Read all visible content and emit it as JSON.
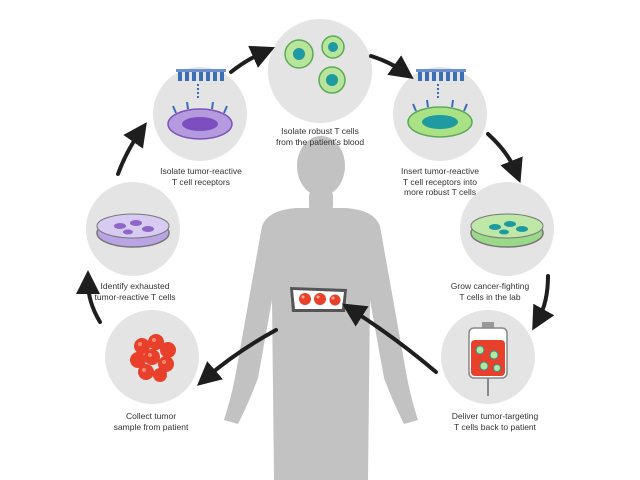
{
  "steps": [
    {
      "id": "isolate-robust",
      "label": "Isolate robust T cells\nfrom the patient's blood"
    },
    {
      "id": "insert-receptors",
      "label": "Insert tumor-reactive\nT cell receptors into\nmore robust T cells"
    },
    {
      "id": "grow",
      "label": "Grow cancer-fighting\nT cells in the lab"
    },
    {
      "id": "deliver",
      "label": "Deliver tumor-targeting\nT cells back to patient"
    },
    {
      "id": "collect",
      "label": "Collect tumor\nsample from patient"
    },
    {
      "id": "identify",
      "label": "Identify exhausted\ntumor-reactive T cells"
    },
    {
      "id": "isolate-receptors",
      "label": "Isolate tumor-reactive\nT cell receptors"
    }
  ],
  "colors": {
    "circle": "#e4e4e4",
    "body": "#c2c2c2",
    "arrow": "#1e1e1e",
    "purple": "#8e65c8",
    "green": "#8fd46a",
    "teal": "#1f9aa0",
    "tumor_red": "#e8402a",
    "receptor_blue": "#3a6fb5"
  }
}
